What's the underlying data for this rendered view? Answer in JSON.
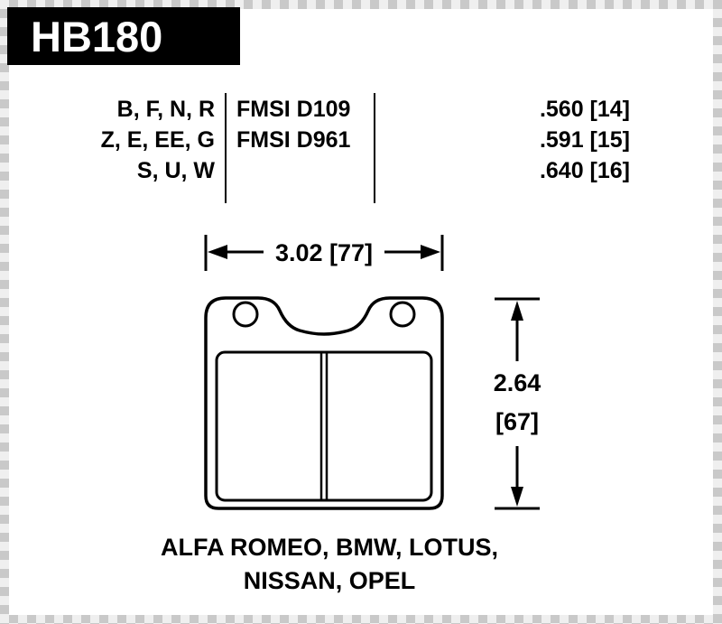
{
  "part_number": "HB180",
  "table": {
    "compounds": [
      "B, F, N, R",
      "Z, E, EE, G",
      "S, U, W"
    ],
    "fmsi": [
      "FMSI D109",
      "FMSI D961",
      ""
    ],
    "thicknesses": [
      ".560 [14]",
      ".591 [15]",
      ".640 [16]"
    ]
  },
  "dimensions": {
    "width": "3.02 [77]",
    "height_in": "2.64",
    "height_mm": "[67]"
  },
  "applications": {
    "line1": "ALFA ROMEO, BMW, LOTUS,",
    "line2": "NISSAN, OPEL"
  },
  "colors": {
    "ink": "#000000",
    "paper": "#ffffff",
    "border_dark": "#c9c9c9",
    "border_light": "#efefef"
  }
}
